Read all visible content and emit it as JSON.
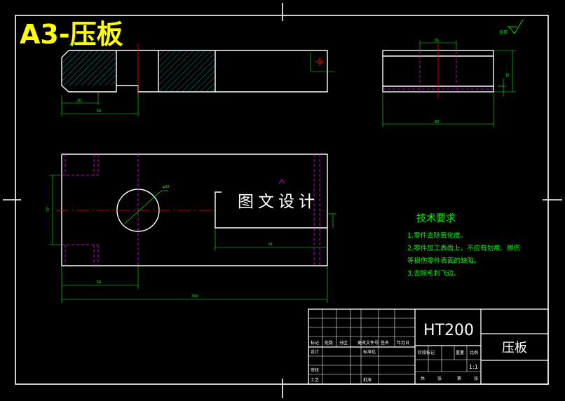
{
  "sheet_title": "A3-压板",
  "watermark": "图文设计",
  "tech_requirements": {
    "heading": "技术要求",
    "items": [
      "1.零件去除氧化皮。",
      "2.零件加工表面上，不应有划痕、擦伤",
      "等损伤零件表面的缺陷。",
      "3.去除毛刺飞边。"
    ]
  },
  "surface_note": "全部",
  "title_block": {
    "material": "HT200",
    "part_name": "压板",
    "scale": "1:1",
    "labels": {
      "mark": "标记",
      "count": "处数",
      "zone": "分区",
      "change_doc": "更改文件号",
      "signature": "签名",
      "date": "年月日",
      "design": "设计",
      "standardize": "标准化",
      "check": "审核",
      "process": "工艺",
      "approve": "批准",
      "stage_mark": "阶段标记",
      "weight": "重量",
      "ratio": "比例",
      "total": "共",
      "sheet": "张",
      "of": "第"
    }
  },
  "dimensions": {
    "front_d1": "20",
    "front_d2": "50",
    "side_w": "80",
    "side_top": "31",
    "side_h": "31",
    "hole": "φ32",
    "top_h": "37",
    "top_slot": "81",
    "top_50": "50",
    "top_len": "300"
  },
  "colors": {
    "outline": "#ffffff",
    "dimension": "#00ff00",
    "hidden": "#ff00ff",
    "center": "#ff0000",
    "hatch": "#00ffff",
    "title": "#ffff00"
  }
}
